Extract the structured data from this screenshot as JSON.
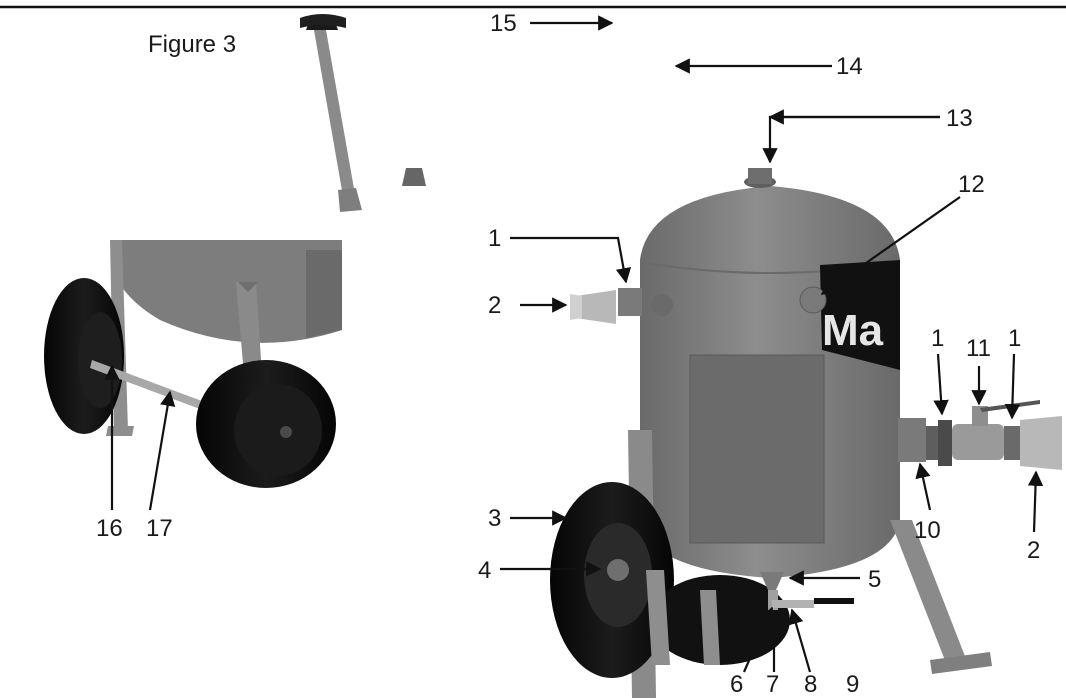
{
  "figure": {
    "title": "Figure 3",
    "logo_text": "Ma",
    "callouts": [
      "1",
      "2",
      "3",
      "4",
      "5",
      "6",
      "7",
      "8",
      "9",
      "10",
      "11",
      "12",
      "13",
      "14",
      "15",
      "16",
      "17"
    ],
    "extra_labels": {
      "one": "1",
      "two": "2"
    }
  },
  "colors": {
    "tank": "#7f7f7f",
    "tank_dark": "#5e5e5e",
    "tire": "#0e0e0e",
    "metal": "#9a9a9a",
    "leg": "#8a8a8a",
    "line": "#111111"
  }
}
